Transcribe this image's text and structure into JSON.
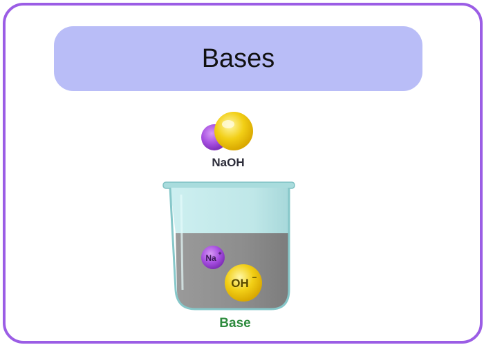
{
  "title": "Bases",
  "molecule": {
    "label": "NaOH"
  },
  "beaker": {
    "label": "Base",
    "ions": {
      "sodium": "Na",
      "sodium_charge": "+",
      "hydroxide": "OH",
      "hydroxide_charge": "−"
    }
  },
  "colors": {
    "frame": "#9b5de5",
    "banner": "#b9bdf7",
    "sodium": "#a64ee0",
    "hydroxide": "#f2cf16",
    "solution": "#8f8f8f",
    "glass": "#bfe7e8",
    "base_label": "#2e8b3e"
  }
}
